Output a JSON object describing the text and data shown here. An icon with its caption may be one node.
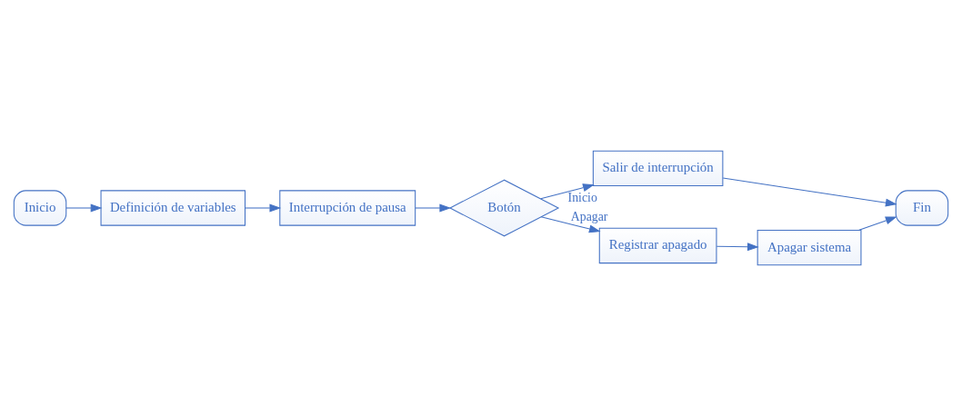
{
  "diagram": {
    "nodes": [
      {
        "text": [
          "Inicio"
        ]
      },
      {
        "text": [
          "Definición de variables"
        ]
      },
      {
        "text": [
          "Interrupción de pausa"
        ]
      },
      {
        "text": [
          "Botón"
        ]
      },
      {
        "text": [
          "Salir de interrupción"
        ]
      },
      {
        "text": [
          "Registrar apagado"
        ]
      },
      {
        "text": [
          "Apagar sistema"
        ]
      },
      {
        "text": [
          "Fin"
        ]
      }
    ],
    "edges": [
      {
        "from": 0,
        "to": 1,
        "arrow": "to"
      },
      {
        "from": 1,
        "to": 2,
        "arrow": "to"
      },
      {
        "from": 2,
        "to": 3,
        "arrow": "to"
      },
      {
        "from": 3,
        "to": 4,
        "arrow": "to",
        "label": "Inicio"
      },
      {
        "from": 3,
        "to": 5,
        "arrow": "to",
        "label": "Apagar"
      },
      {
        "from": 5,
        "to": 6,
        "arrow": "to"
      },
      {
        "from": 4,
        "to": 7,
        "arrow": "to"
      },
      {
        "from": 6,
        "to": 7,
        "arrow": "to"
      }
    ]
  }
}
